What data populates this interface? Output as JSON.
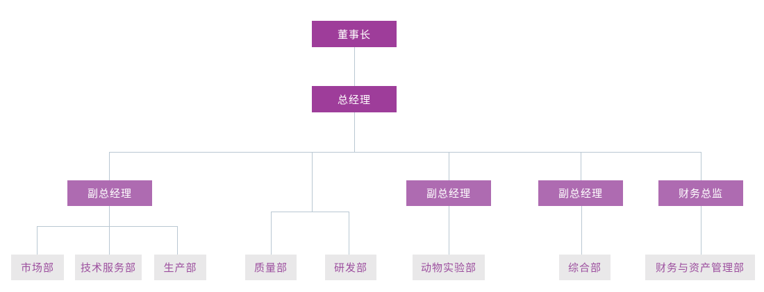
{
  "diagram": {
    "type": "org-chart",
    "background_color": "#ffffff",
    "colors": {
      "level1_fill": "#9e3d9a",
      "level2_fill": "#ae6bb1",
      "level3_fill": "#e9e8e9",
      "level1_text": "#ffffff",
      "level2_text": "#ffffff",
      "level3_text": "#9c4e9e",
      "connector_line": "#b9c7d2"
    },
    "nodes": {
      "chairman": {
        "label": "董事长",
        "level": 1,
        "reports_to": null
      },
      "general_manager": {
        "label": "总经理",
        "level": 1,
        "reports_to": "chairman"
      },
      "deputy_gm_1": {
        "label": "副总经理",
        "level": 2,
        "reports_to": "general_manager"
      },
      "deputy_gm_2": {
        "label": "副总经理",
        "level": 2,
        "reports_to": "general_manager"
      },
      "deputy_gm_3": {
        "label": "副总经理",
        "level": 2,
        "reports_to": "general_manager"
      },
      "finance_director": {
        "label": "财务总监",
        "level": 2,
        "reports_to": "general_manager"
      },
      "marketing_dept": {
        "label": "市场部",
        "level": 3,
        "reports_to": "deputy_gm_1"
      },
      "tech_service_dept": {
        "label": "技术服务部",
        "level": 3,
        "reports_to": "deputy_gm_1"
      },
      "production_dept": {
        "label": "生产部",
        "level": 3,
        "reports_to": "deputy_gm_1"
      },
      "quality_dept": {
        "label": "质量部",
        "level": 3,
        "reports_to": "general_manager"
      },
      "rd_dept": {
        "label": "研发部",
        "level": 3,
        "reports_to": "general_manager"
      },
      "animal_lab_dept": {
        "label": "动物实验部",
        "level": 3,
        "reports_to": "deputy_gm_2"
      },
      "general_affairs_dept": {
        "label": "综合部",
        "level": 3,
        "reports_to": "deputy_gm_3"
      },
      "finance_asset_dept": {
        "label": "财务与资产管理部",
        "level": 3,
        "reports_to": "finance_director"
      }
    }
  }
}
